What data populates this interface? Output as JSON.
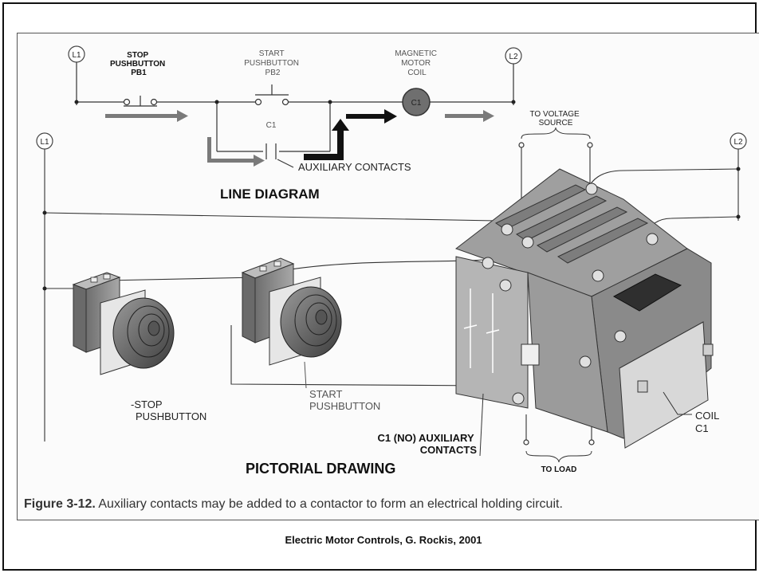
{
  "line_diagram": {
    "l1": "L1",
    "l2": "L2",
    "stop_label": [
      "STOP",
      "PUSHBUTTON",
      "PB1"
    ],
    "start_label": [
      "START",
      "PUSHBUTTON",
      "PB2"
    ],
    "coil_label": [
      "MAGNETIC",
      "MOTOR",
      "COIL"
    ],
    "coil_symbol": "C1",
    "aux_symbol": "C1",
    "aux_contacts": "AUXILIARY CONTACTS",
    "title": "LINE DIAGRAM"
  },
  "pictorial": {
    "l1": "L1",
    "l2": "L2",
    "to_voltage_source": [
      "TO VOLTAGE",
      "SOURCE"
    ],
    "stop_pushbutton": [
      "-STOP",
      "PUSHBUTTON"
    ],
    "start_pushbutton": [
      "START",
      "PUSHBUTTON"
    ],
    "aux_contacts": [
      "C1 (NO) AUXILIARY",
      "CONTACTS"
    ],
    "to_load": "TO LOAD",
    "coil": [
      "COIL",
      "C1"
    ],
    "title": "PICTORIAL DRAWING"
  },
  "caption": {
    "figure": "Figure 3-12.",
    "text": " Auxiliary contacts may be added to a contactor to form an electrical holding circuit."
  },
  "credit": "Electric Motor Controls, G. Rockis, 2001",
  "colors": {
    "wire": "#333333",
    "arrow_gray": "#7a7a7a",
    "arrow_black": "#111111",
    "device_body": "#8c8c8c",
    "device_light": "#c9c9c9"
  }
}
